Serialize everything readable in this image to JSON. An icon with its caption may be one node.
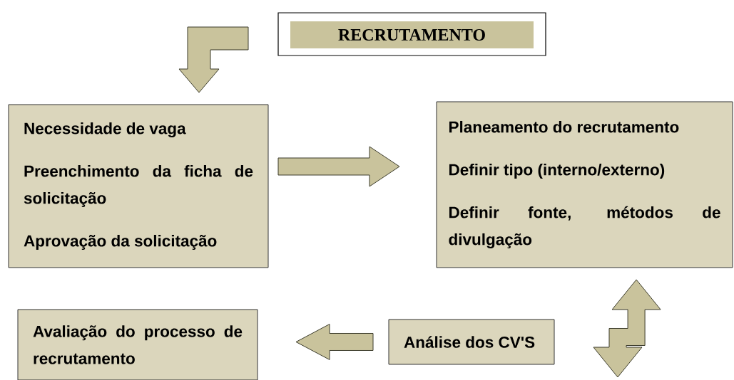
{
  "diagram": {
    "title": "RECRUTAMENTO",
    "nodes": [
      {
        "text": [
          "Necessidade de vaga",
          "Preenchimento da ficha de solicitação",
          "Aprovação da solicitação"
        ]
      },
      {
        "text": [
          "Planeamento do recrutamento",
          "Definir tipo (interno/externo)",
          "Definir fonte, métodos de divulgação"
        ]
      },
      {
        "text": [
          "Análise dos CV'S"
        ]
      },
      {
        "text": [
          "Avaliação do processo de recrutamento"
        ]
      }
    ],
    "edges": [
      {
        "from": null,
        "to": 0,
        "arrow": "to"
      },
      {
        "from": 0,
        "to": 1,
        "arrow": "to"
      },
      {
        "from": 1,
        "to": 2,
        "arrow": "both"
      },
      {
        "from": 2,
        "to": 3,
        "arrow": "to"
      }
    ]
  }
}
